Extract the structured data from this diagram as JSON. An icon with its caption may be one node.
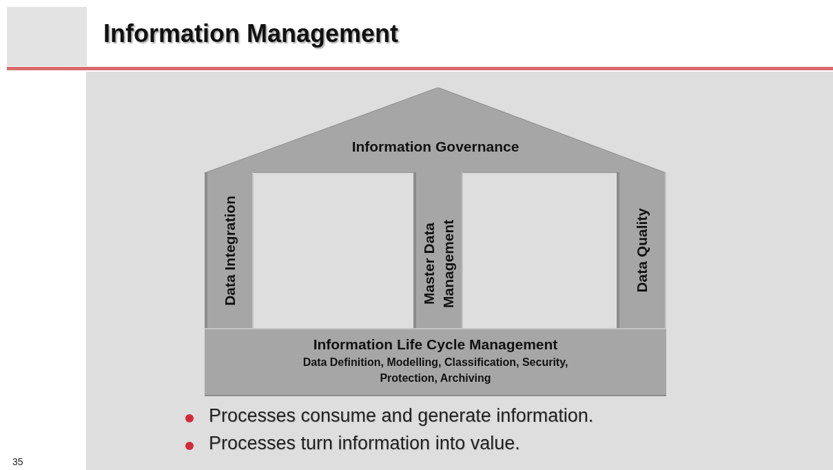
{
  "diagram": {
    "title": "Information Management",
    "nodes": [
      {
        "text": [
          "Information Governance"
        ]
      },
      {
        "text": [
          "Data Integration"
        ]
      },
      {
        "text": [
          "Master Data Management"
        ]
      },
      {
        "text": [
          "Data Quality"
        ]
      },
      {
        "text": [
          "Information Life Cycle Management",
          "Data Definition, Modelling, Classification, Security, Protection, Archiving"
        ]
      }
    ],
    "labels": [
      "Processes consume and generate information.",
      "Processes turn information into value.",
      "35"
    ]
  }
}
